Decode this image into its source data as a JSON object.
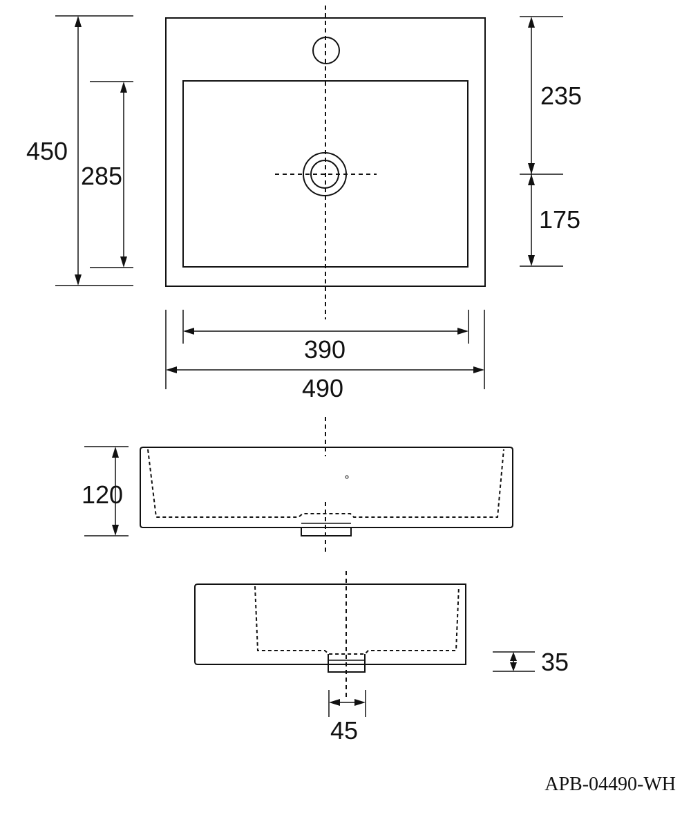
{
  "dimensions": {
    "overall_depth": "450",
    "inner_depth": "285",
    "tap_to_drain": "235",
    "drain_to_front": "175",
    "inner_width": "390",
    "overall_width": "490",
    "height": "120",
    "drain_projection": "35",
    "drain_width": "45"
  },
  "model_code": "APB-04490-WH"
}
